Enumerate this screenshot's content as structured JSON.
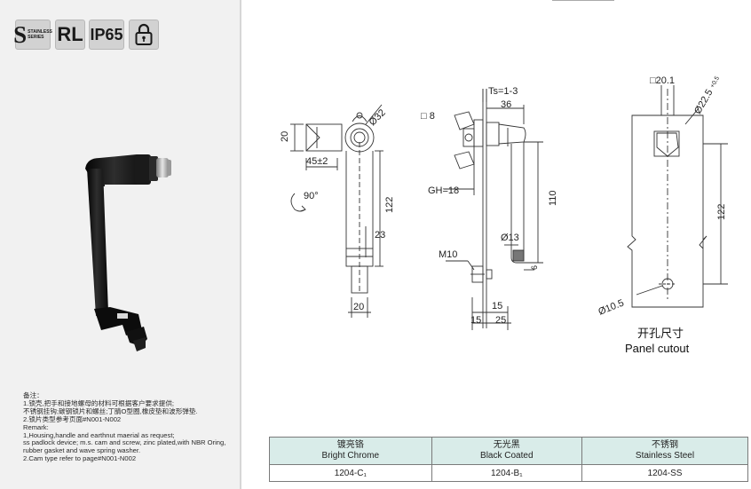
{
  "badges": {
    "stainless_s": "S",
    "stainless_line1": "STAINLESS",
    "stainless_line2": "SERIES",
    "rl": "RL",
    "ip": "IP65",
    "lock_icon": "padlock-icon"
  },
  "notes": {
    "heading": "备注：",
    "zh_line1": "1.锁壳,把手和接地螺母的材料可根据客户要求提供;",
    "zh_line2": "不锈钢挂钩;碳钢锁片和螺丝;丁腈O型圈,橡皮垫和波形弹垫.",
    "zh_line3": "2.锁片类型参考页面#N001-N002",
    "en_heading": "Remark:",
    "en_line1": "1,Housing,handle and earthnut  maerial as request;",
    "en_line2": "ss padlock device; m.s. cam and screw, zinc plated,with NBR Oring,",
    "en_line3": "rubber gasket and wave spring washer.",
    "en_line4": "2.Cam type refer to page#N001-N002"
  },
  "drawing": {
    "front": {
      "dim_20_top": "20",
      "dim_dia32": "Ø32",
      "dim_45": "45±2",
      "rotation": "90°",
      "dim_122": "122",
      "dim_23": "23",
      "dim_20_bottom": "20"
    },
    "side": {
      "ts": "Ts=1-3",
      "dim_36": "36",
      "square8": "□ 8",
      "gh": "GH=18",
      "dim_110": "110",
      "dim_dia13": "Ø13",
      "m10": "M10",
      "dim_6": "6",
      "dim_15a": "15",
      "dim_15b": "15",
      "dim_25": "25"
    },
    "cutout": {
      "square": "□20.1",
      "dia225": "Ø22.5",
      "tol": "+0.5",
      "dim_122": "122",
      "dia105": "Ø10.5",
      "label_zh": "开孔尺寸",
      "label_en": "Panel cutout"
    }
  },
  "table": {
    "headers": [
      {
        "zh": "镀亮铬",
        "en": "Bright Chrome"
      },
      {
        "zh": "无光黑",
        "en": "Black Coated"
      },
      {
        "zh": "不锈钢",
        "en": "Stainless Steel"
      }
    ],
    "row": [
      "1204-C₁",
      "1204-B₁",
      "1204-SS"
    ]
  },
  "colors": {
    "left_panel": "#f1f1f1",
    "table_header": "#d9ece9",
    "product": "#151515"
  }
}
